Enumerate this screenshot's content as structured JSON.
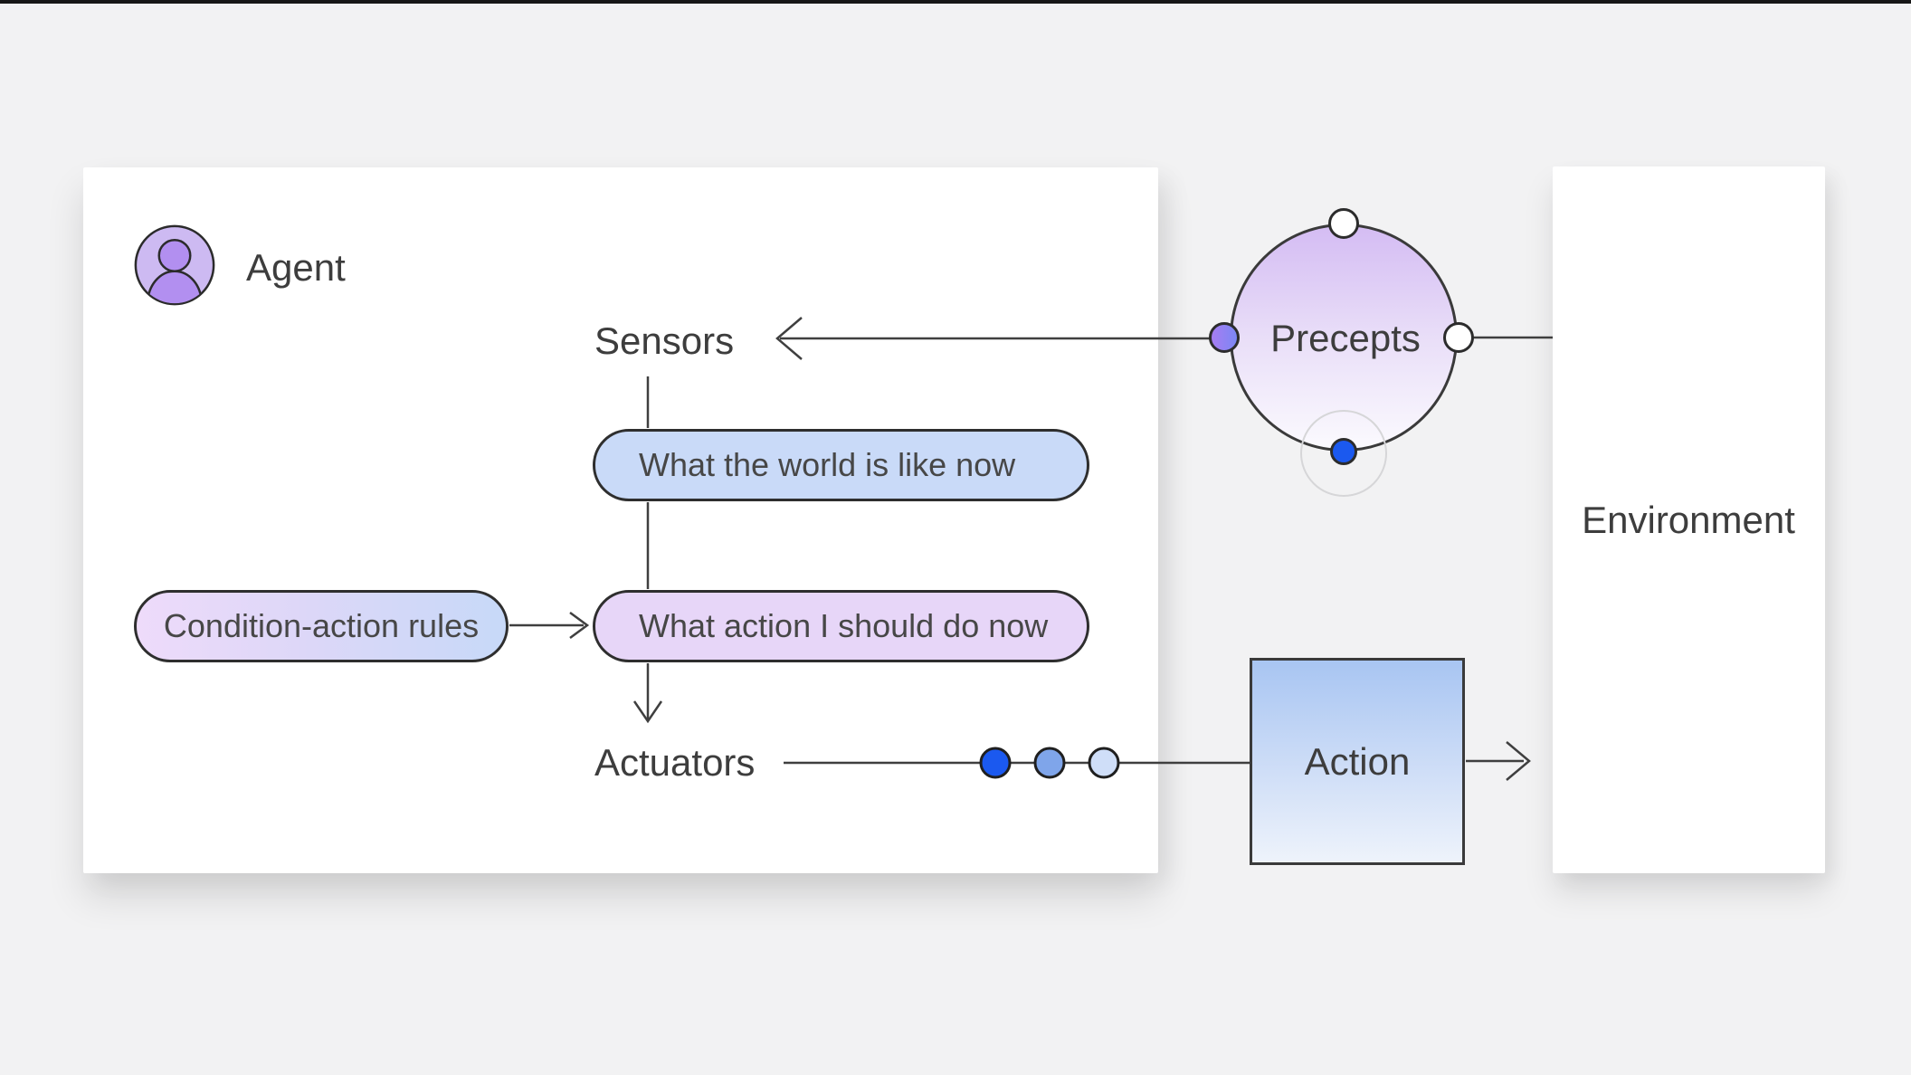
{
  "agent_card": {
    "title": "Agent"
  },
  "flow": {
    "sensors_label": "Sensors",
    "world_state_box": "What the world is like now",
    "condition_rules_box": "Condition-action rules",
    "action_choice_box": "What action I should do now",
    "actuators_label": "Actuators"
  },
  "precepts_node": {
    "label": "Precepts"
  },
  "action_node": {
    "label": "Action"
  },
  "environment_panel": {
    "label": "Environment"
  },
  "colors": {
    "background": "#f2f2f3",
    "top_bar": "#171717",
    "card_white": "#ffffff",
    "outline_dark": "#2e2e2e",
    "line_stroke": "#3f3f3f",
    "pill_blue": "#c9daf8",
    "pill_purple": "#e7d6f8",
    "rules_gradient_left": "#eedbfa",
    "rules_gradient_right": "#c7d9f8",
    "precepts_gradient_top": "#d4bcf3",
    "precepts_gradient_bottom": "#fbfafe",
    "avatar_circle": "#cdbaf2",
    "avatar_person": "#b28ff0",
    "port_dot_purple_left": "#a77df2",
    "port_dot_purple_right": "#7b87f4",
    "accent_blue_dot": "#1b59ef",
    "medium_blue_dot": "#7fa5ea",
    "light_blue_dot": "#cfdef8",
    "action_gradient_top": "#a8c5f2",
    "action_gradient_bottom": "#eef3fb"
  }
}
